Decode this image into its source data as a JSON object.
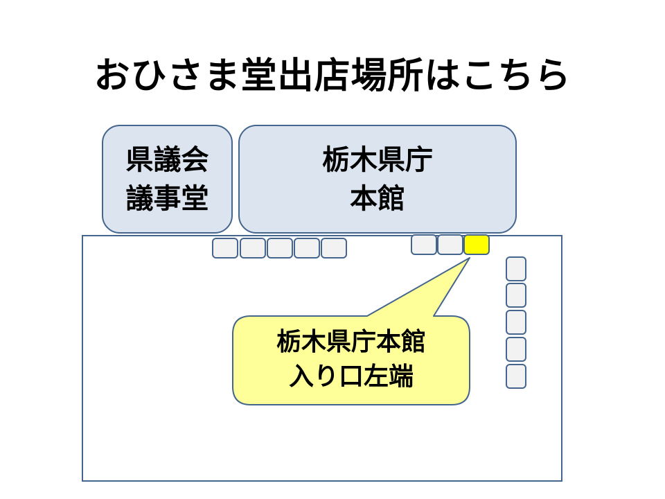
{
  "title": "おひさま堂出店場所はこちら",
  "buildings": {
    "assembly": {
      "line1": "県議会",
      "line2": "議事堂"
    },
    "main": {
      "line1": "栃木県庁",
      "line2": "本館"
    }
  },
  "callout": {
    "line1": "栃木県庁本館",
    "line2": "入り口左端"
  },
  "colors": {
    "border": "#44658d",
    "building_fill": "#dce4ef",
    "stall_fill": "#f2f2f2",
    "highlight_stall": "#ffff00",
    "callout_fill": "#ffff99"
  }
}
